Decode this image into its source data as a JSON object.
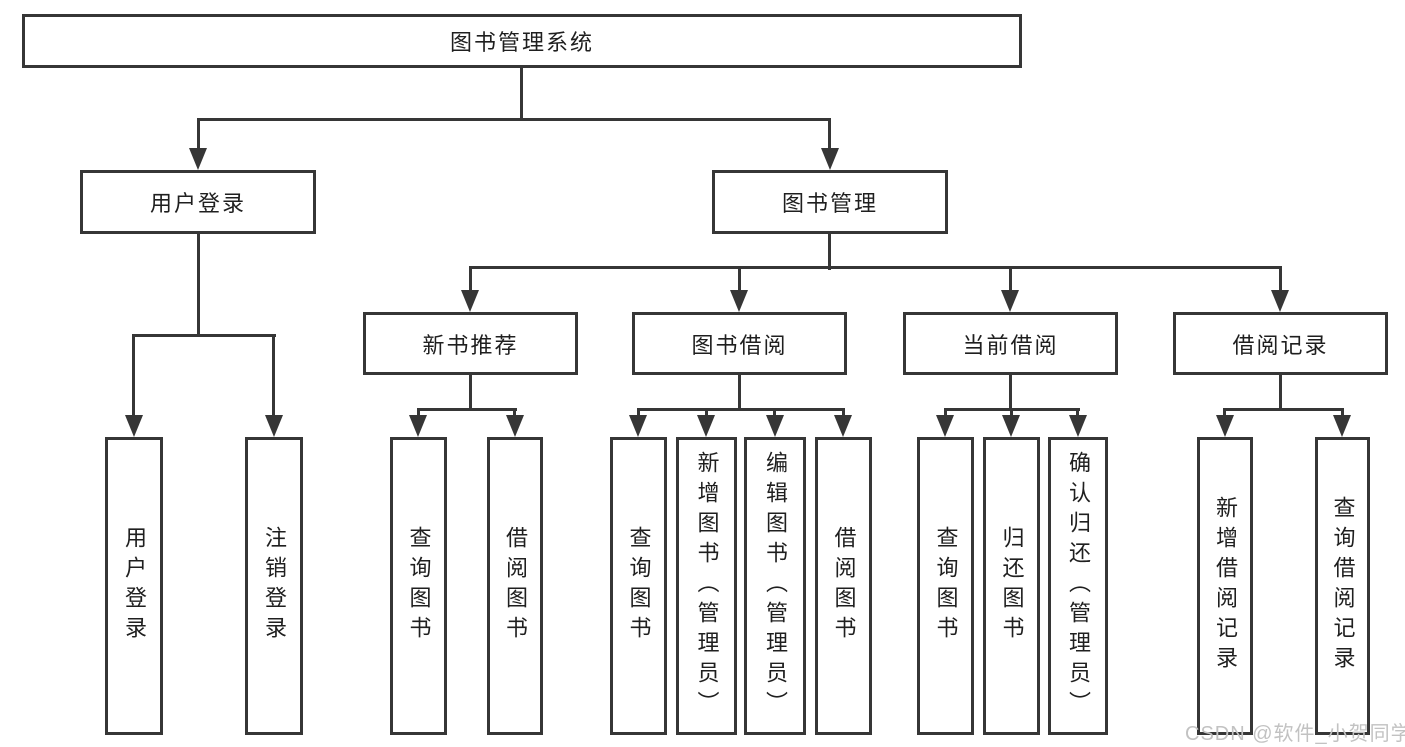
{
  "diagram": {
    "title": "图书管理系统",
    "watermark": "CSDN @软件_小贺同学",
    "colors": {
      "line": "#363636",
      "box-border": "#363636",
      "box-fill": "#ffffff",
      "text": "#1f1f1f",
      "watermark": "#c2c2c2",
      "background": "#ffffff"
    },
    "tree": {
      "root": {
        "label": "图书管理系统"
      },
      "level1": [
        {
          "label": "用户登录",
          "children": [
            {
              "label": "用户登录"
            },
            {
              "label": "注销登录"
            }
          ]
        },
        {
          "label": "图书管理",
          "children": [
            {
              "label": "新书推荐",
              "children": [
                {
                  "label": "查询图书"
                },
                {
                  "label": "借阅图书"
                }
              ]
            },
            {
              "label": "图书借阅",
              "children": [
                {
                  "label": "查询图书"
                },
                {
                  "label": "新增图书（管理员）"
                },
                {
                  "label": "编辑图书（管理员）"
                },
                {
                  "label": "借阅图书"
                }
              ]
            },
            {
              "label": "当前借阅",
              "children": [
                {
                  "label": "查询图书"
                },
                {
                  "label": "归还图书"
                },
                {
                  "label": "确认归还（管理员）"
                }
              ]
            },
            {
              "label": "借阅记录",
              "children": [
                {
                  "label": "新增借阅记录"
                },
                {
                  "label": "查询借阅记录"
                }
              ]
            }
          ]
        }
      ]
    }
  }
}
